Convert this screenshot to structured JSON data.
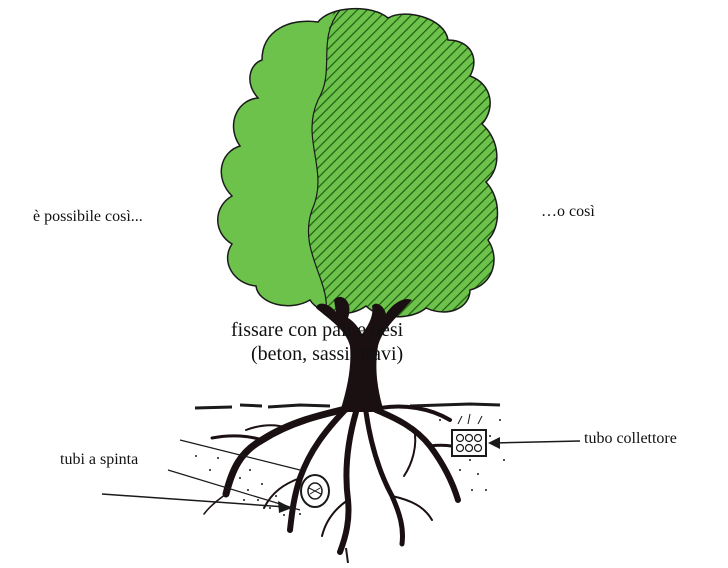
{
  "labels": {
    "left_option": "è possibile così...",
    "right_option": "…o così",
    "fix_line1": "fissare con pali e pesi",
    "fix_line2": "(beton, sassi, travi)",
    "push_pipes": "tubi a spinta",
    "collector_pipe": "tubo collettore"
  },
  "colors": {
    "foliage": "#6cc24a",
    "foliage_dark": "#1f5d12",
    "trunk": "#1a1012",
    "ink": "#111111"
  }
}
